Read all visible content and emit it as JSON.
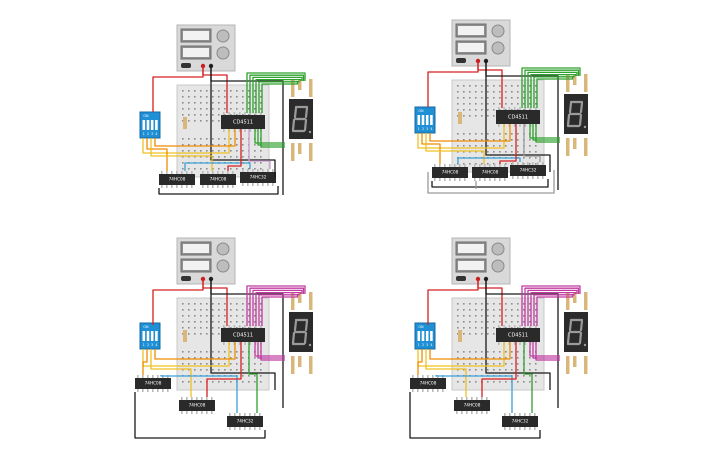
{
  "circuits": [
    {
      "id": "top-left",
      "dip_label": "ON",
      "dip_numbers": [
        "1",
        "2",
        "3",
        "4"
      ],
      "main_chip": "CD4511",
      "chips": [
        "74HC08",
        "74HC08",
        "74HC32"
      ],
      "display_color": "#2b2b2b",
      "wire_colors": [
        "#d62020",
        "#2da02d",
        "#f0c020",
        "#f08c00",
        "#3aa0d8",
        "#1a1a1a",
        "#c89ccf"
      ]
    },
    {
      "id": "top-right",
      "dip_label": "ON",
      "dip_numbers": [
        "1",
        "2",
        "3",
        "4"
      ],
      "main_chip": "CD4511",
      "chips": [
        "74HC08",
        "74HC08",
        "74HC32"
      ],
      "display_color": "#2b2b2b",
      "wire_colors": [
        "#d62020",
        "#2da02d",
        "#f0c020",
        "#f08c00",
        "#3aa0d8",
        "#1a1a1a",
        "#9a9a9a"
      ]
    },
    {
      "id": "bottom-left",
      "dip_label": "ON",
      "dip_numbers": [
        "1",
        "2",
        "3",
        "4"
      ],
      "main_chip": "CD4511",
      "chips": [
        "74HC08",
        "74HC08",
        "74HC32"
      ],
      "display_color": "#2b2b2b",
      "wire_colors": [
        "#d62020",
        "#c03aa0",
        "#f0c020",
        "#f08c00",
        "#3aa0d8",
        "#1a1a1a",
        "#2da02d"
      ]
    },
    {
      "id": "bottom-right",
      "dip_label": "ON",
      "dip_numbers": [
        "1",
        "2",
        "3",
        "4"
      ],
      "main_chip": "CD4511",
      "chips": [
        "74HC08",
        "74HC08",
        "74HC32"
      ],
      "display_color": "#2b2b2b",
      "wire_colors": [
        "#d62020",
        "#c03aa0",
        "#f0c020",
        "#f08c00",
        "#3aa0d8",
        "#1a1a1a",
        "#2da02d"
      ]
    }
  ]
}
